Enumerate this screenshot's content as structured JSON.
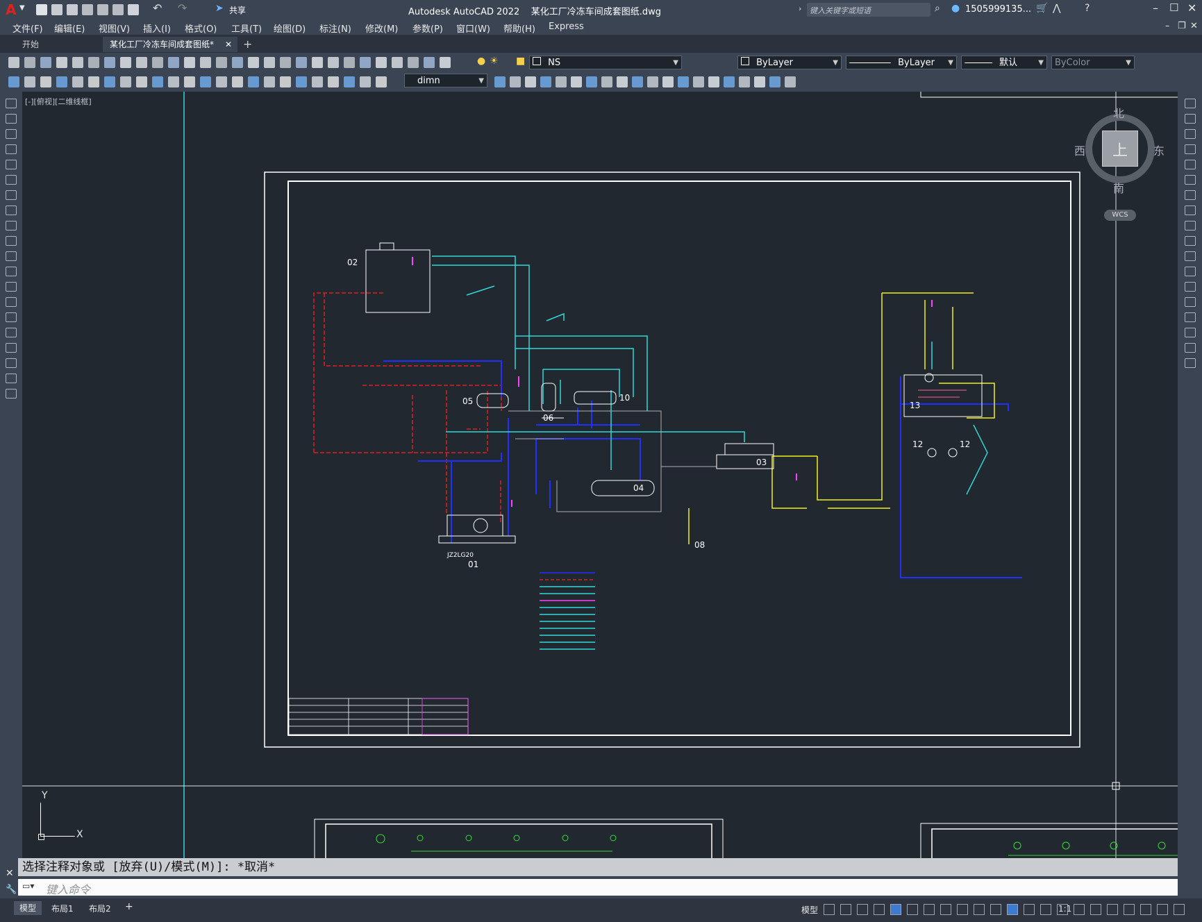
{
  "app": {
    "title": "Autodesk AutoCAD 2022    某化工厂冷冻车间成套图纸.dwg",
    "share_label": "共享",
    "search_placeholder": "键入关键字或短语",
    "user_label": "1505999135...",
    "logo_letter": "A"
  },
  "menu": [
    "文件(F)",
    "编辑(E)",
    "视图(V)",
    "插入(I)",
    "格式(O)",
    "工具(T)",
    "绘图(D)",
    "标注(N)",
    "修改(M)",
    "参数(P)",
    "窗口(W)",
    "帮助(H)",
    "Express"
  ],
  "tabs": [
    {
      "label": "开始",
      "active": false
    },
    {
      "label": "某化工厂冷冻车间成套图纸*",
      "active": true
    }
  ],
  "toolbar": {
    "layer_combo": "NS",
    "color_combo": "ByLayer",
    "linetype_combo": "ByLayer",
    "lineweight_combo": "默认",
    "plotstyle_combo": "ByColor",
    "dimstyle_combo": "dimn"
  },
  "viewport": {
    "label": "[-][俯视][二维线框]",
    "compass": {
      "north": "北",
      "south": "南",
      "east": "东",
      "west": "西",
      "center": "上"
    },
    "wcs": "WCS",
    "ucs_x": "X",
    "ucs_y": "Y"
  },
  "drawing": {
    "equipment_tags": [
      "02",
      "05",
      "06",
      "10",
      "03",
      "04",
      "08",
      "01",
      "13",
      "12",
      "12"
    ],
    "compressor_label": "JZ2LG20"
  },
  "command": {
    "history": "选择注释对象或 [放弃(U)/模式(M)]: *取消*",
    "placeholder": "键入命令"
  },
  "status": {
    "layout_tabs": [
      "模型",
      "布局1",
      "布局2"
    ],
    "model_label": "模型",
    "scale": "1:1"
  },
  "colors": {
    "background": "#212830",
    "chrome": "#3b4453",
    "red_pipe": "#e02020",
    "blue_pipe": "#1e2aff",
    "cyan_pipe": "#30d8d8",
    "yellow_pipe": "#f0f020",
    "magenta_pipe": "#ff40ff",
    "brand_red": "#e0211d"
  }
}
